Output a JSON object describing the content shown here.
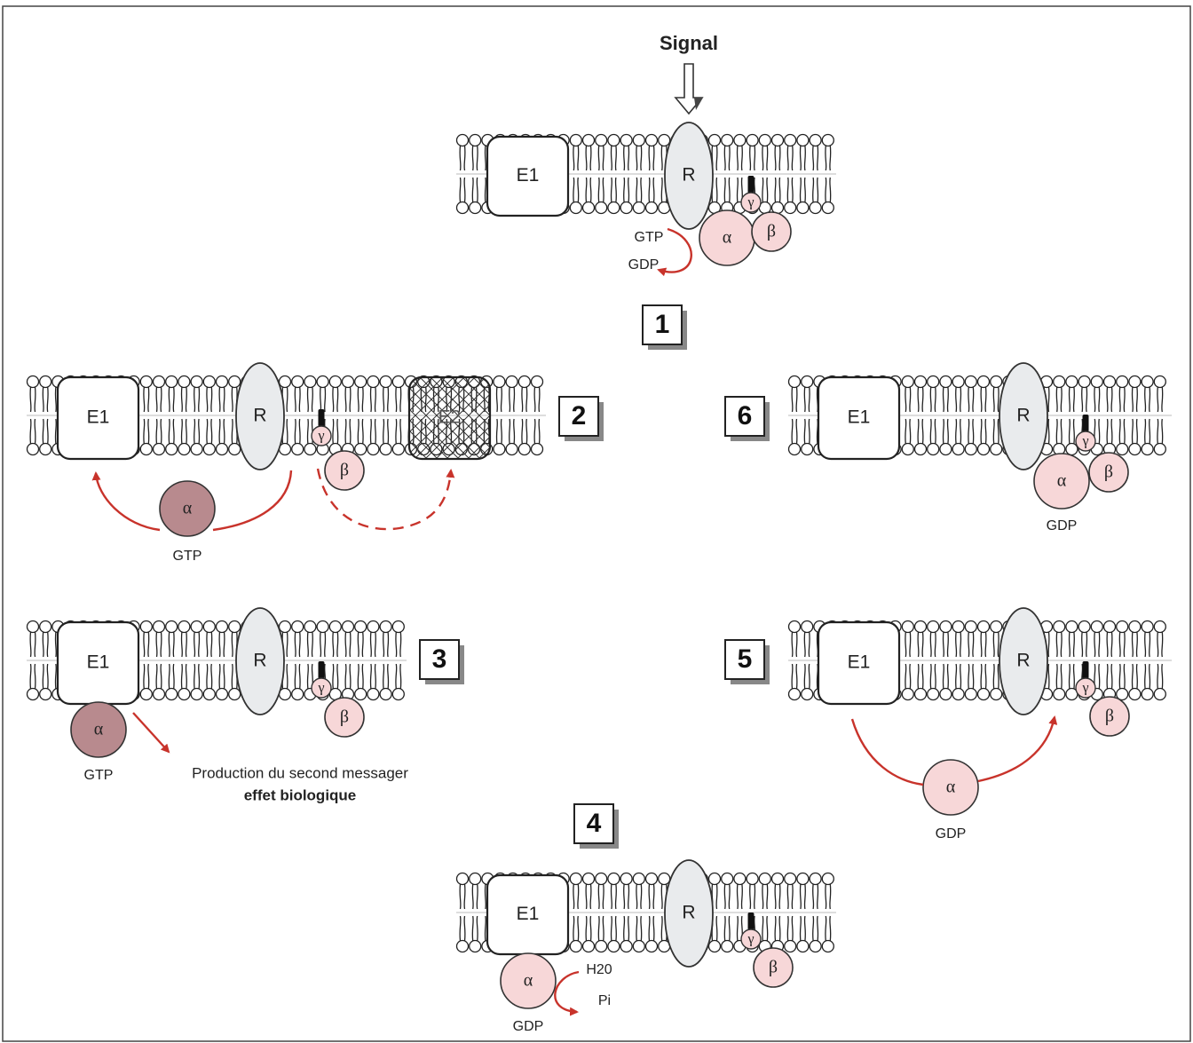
{
  "signal_label": "Signal",
  "labels": {
    "E1": "E1",
    "E2": "E2",
    "R": "R",
    "alpha": "α",
    "beta": "β",
    "gamma": "γ",
    "GTP": "GTP",
    "GDP": "GDP",
    "H2O": "H20",
    "Pi": "Pi"
  },
  "steps": [
    "1",
    "2",
    "3",
    "4",
    "5",
    "6"
  ],
  "step3_text": {
    "line1": "Production du second messager",
    "line2": "effet biologique"
  },
  "colors": {
    "alpha_active": "#b88a8e",
    "subunit_light": "#f7d7d8",
    "receptor": "#e9ebed",
    "arrow_red": "#c8332b",
    "membrane_line": "#222222"
  }
}
